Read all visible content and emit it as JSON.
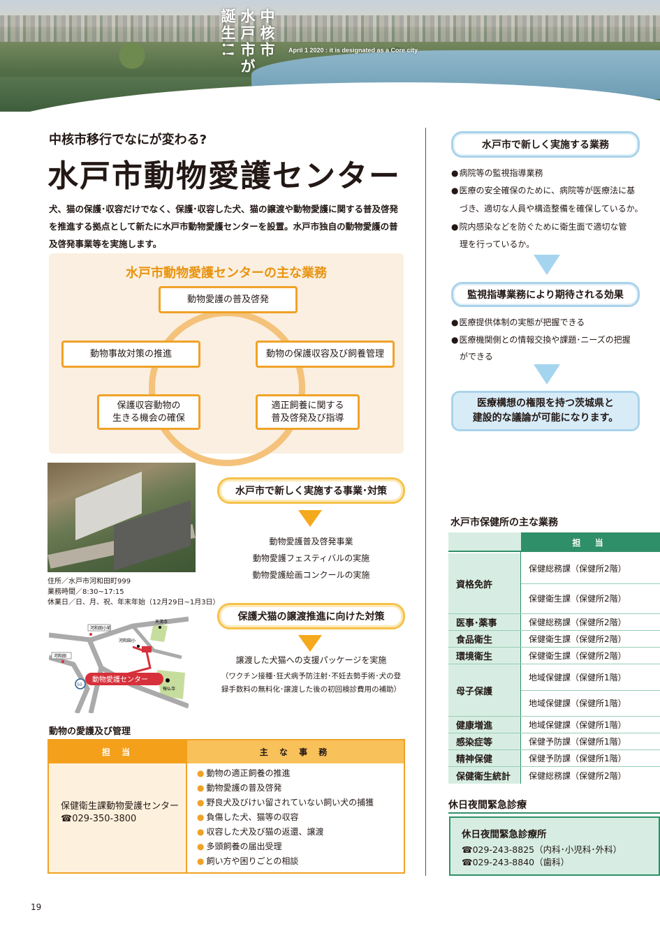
{
  "hero": {
    "title_lines": [
      "中核市",
      "水戸市が",
      "誕生!!"
    ],
    "subtitle": "April 1 2020 : it is designated as a Core city"
  },
  "kicker": "中核市移行でなにが変わる?",
  "main_title": "水戸市動物愛護センター",
  "intro": "犬、猫の保護･収容だけでなく、保護･収容した犬、猫の譲渡や動物愛護に関する普及啓発を推進する拠点として新たに水戸市動物愛護センターを設置。水戸市独自の動物愛護の普及啓発事業等を実施します。",
  "duties": {
    "title": "水戸市動物愛護センターの主な業務",
    "items": [
      "動物愛護の普及啓発",
      "動物事故対策の推進",
      "動物の保護収容及び飼養管理",
      "保護収容動物の\n生きる機会の確保",
      "適正飼養に関する\n普及啓発及び指導"
    ]
  },
  "facility": {
    "address": "住所／水戸市河和田町999",
    "hours": "業務時間／8:30~17:15",
    "holidays": "休業日／日、月、祝、年末年始（12月29日~1月3日）"
  },
  "map": {
    "labels": [
      "河和田小前",
      "天満寺",
      "河和田小",
      "河和田",
      "動物愛護センター",
      "報仏寺",
      "50"
    ]
  },
  "new_measures": {
    "title": "水戸市で新しく実施する事業･対策",
    "items": [
      "動物愛護普及啓発事業",
      "動物愛護フェスティバルの実施",
      "動物愛護絵画コンクールの実施"
    ]
  },
  "adoption": {
    "title": "保護犬猫の譲渡推進に向けた対策",
    "line1": "譲渡した犬猫への支援パッケージを実施",
    "line2": "（ワクチン接種･狂犬病予防注射･不妊去勢手術･犬の登",
    "line3": "録手数料の無料化･譲渡した後の初回検診費用の補助）"
  },
  "management": {
    "label": "動物の愛護及び管理",
    "col1_header": "担 当",
    "col2_header": "主 な 事 務",
    "department": "保健衛生課動物愛護センター",
    "phone": "☎029-350-3800",
    "tasks": [
      "動物の適正飼養の推進",
      "動物愛護の普及啓発",
      "野良犬及びけい留されていない飼い犬の捕獲",
      "負傷した犬、猫等の収容",
      "収容した犬及び猫の返還、譲渡",
      "多頭飼養の届出受理",
      "飼い方や困りごとの相談"
    ]
  },
  "right": {
    "title": "水戸市で新しく実施する業務",
    "items": [
      "病院等の監視指導業務",
      "医療の安全確保のために、病院等が医療法に基",
      "づき、適切な人員や構造整備を確保しているか。",
      "院内感染などを防ぐために衛生面で適切な管",
      "理を行っているか。"
    ],
    "effect_title": "監視指導業務により期待される効果",
    "effects": [
      "医療提供体制の実態が把握できる",
      "医療機関側との情報交換や課題･ニーズの把握",
      "ができる"
    ],
    "conclusion_line1": "医療構想の権限を持つ茨城県と",
    "conclusion_line2": "建設的な議論が可能になります。"
  },
  "health_center": {
    "title": "水戸市保健所の主な業務",
    "header": "担 当",
    "rows": [
      {
        "label": "資格免許",
        "values": [
          "保健総務課（保健所2階）",
          "保健衛生課（保健所2階）"
        ]
      },
      {
        "label": "医事･薬事",
        "values": [
          "保健総務課（保健所2階）"
        ]
      },
      {
        "label": "食品衛生",
        "values": [
          "保健衛生課（保健所2階）"
        ]
      },
      {
        "label": "環境衛生",
        "values": [
          "保健衛生課（保健所2階）"
        ]
      },
      {
        "label": "母子保護",
        "values": [
          "地域保健課（保健所1階）",
          "地域保健課（保健所1階）"
        ]
      },
      {
        "label": "健康増進",
        "values": [
          "地域保健課（保健所1階）"
        ]
      },
      {
        "label": "感染症等",
        "values": [
          "保健予防課（保健所1階）"
        ]
      },
      {
        "label": "精神保健",
        "values": [
          "保健予防課（保健所1階）"
        ]
      },
      {
        "label": "保健衛生統計",
        "values": [
          "保健総務課（保健所2階）"
        ]
      }
    ]
  },
  "emergency": {
    "title": "休日夜間緊急診療",
    "name": "休日夜間緊急診療所",
    "phone1": "☎029-243-8825（内科･小児科･外科）",
    "phone2": "☎029-243-8840（歯科）"
  },
  "page_number": "19",
  "colors": {
    "orange": "#f0a227",
    "light_blue": "#a9d3ea",
    "green": "#2f8f68",
    "red": "#d6303b"
  }
}
